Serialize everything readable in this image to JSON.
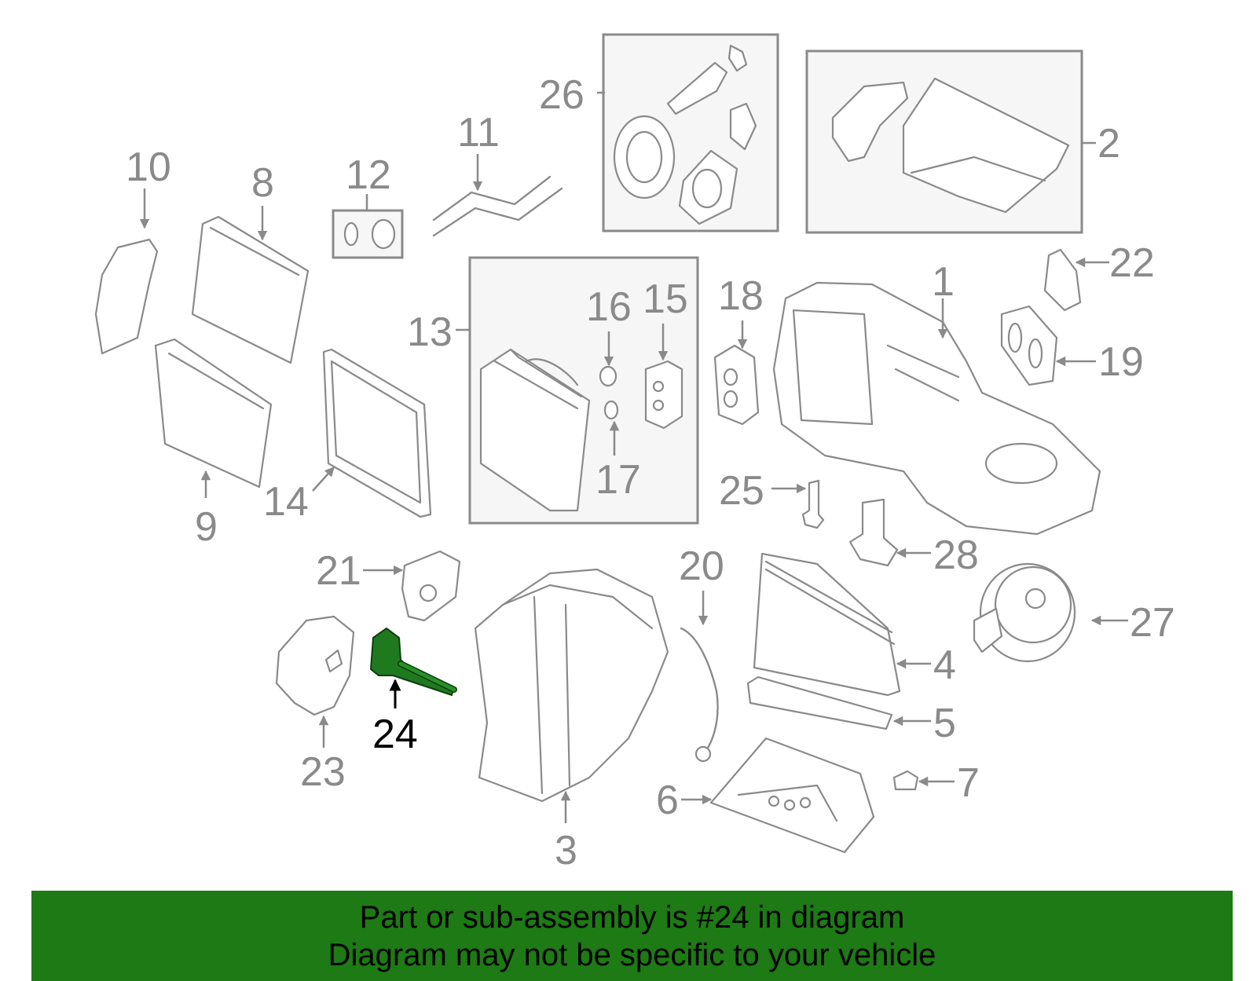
{
  "callouts": {
    "n1": "1",
    "n2": "2",
    "n3": "3",
    "n4": "4",
    "n5": "5",
    "n6": "6",
    "n7": "7",
    "n8": "8",
    "n9": "9",
    "n10": "10",
    "n11": "11",
    "n12": "12",
    "n13": "13",
    "n14": "14",
    "n15": "15",
    "n16": "16",
    "n17": "17",
    "n18": "18",
    "n19": "19",
    "n20": "20",
    "n21": "21",
    "n22": "22",
    "n23": "23",
    "n24": "24",
    "n25": "25",
    "n26": "26",
    "n27": "27",
    "n28": "28"
  },
  "banner": {
    "line1": "Part or sub-assembly is #24 in diagram",
    "line2": "Diagram may not be specific to your vehicle"
  },
  "colors": {
    "highlight": "#1f7a1f",
    "banner": "#1d7a14",
    "part_line": "#8a8a8a"
  }
}
